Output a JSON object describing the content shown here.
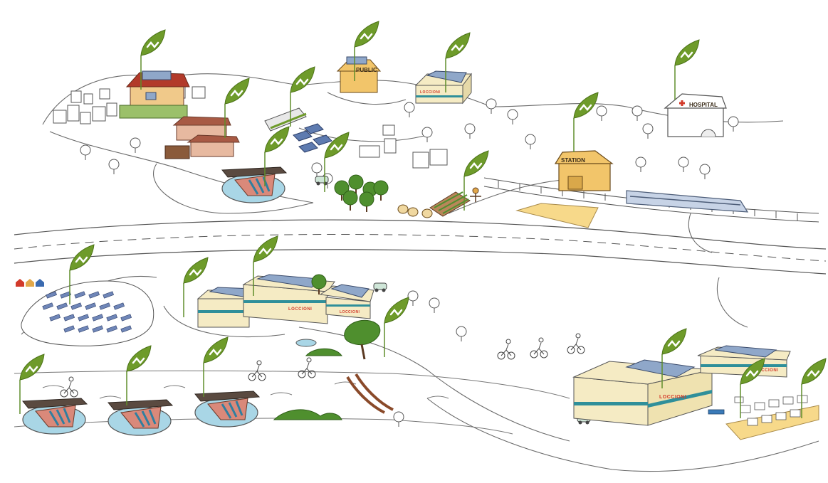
{
  "signs": {
    "public": "PUBLIC",
    "station": "STATION",
    "hospital": "HOSPITAL"
  },
  "brand": {
    "loccioni": "LOCCIONI"
  },
  "colors": {
    "leaf_green": "#6e9b2a",
    "solar_blue": "#8fa7c9",
    "water_blue": "#a9d6e6",
    "building_cream": "#f5ebc4",
    "stripe_teal": "#2f8f9a",
    "roof_brown": "#5a4a40",
    "ink": "#3a3a3a"
  },
  "icons": [
    "energy-leaf-marker-icon",
    "house-icon",
    "solar-panel-icon",
    "hydro-plant-icon",
    "train-icon",
    "tree-icon",
    "cyclist-icon",
    "electric-car-icon"
  ]
}
